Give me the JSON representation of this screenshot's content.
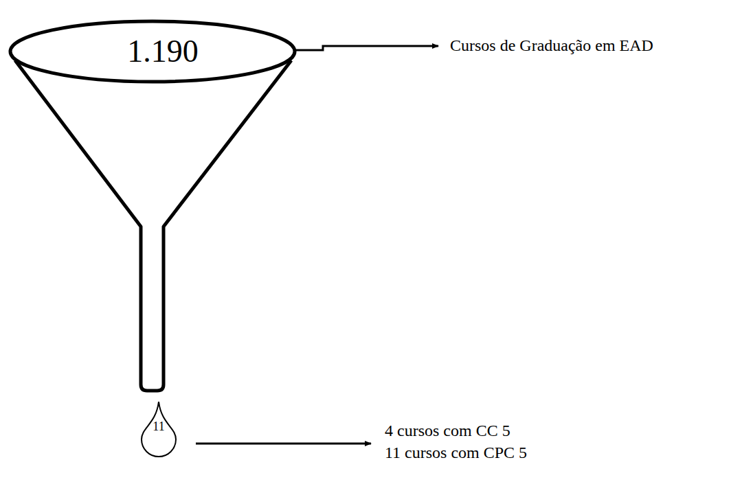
{
  "diagram": {
    "nodes": [
      {
        "text": [
          "1.190"
        ]
      },
      {
        "text": [
          "11"
        ]
      }
    ],
    "labels": [
      "Cursos de Graduação em EAD",
      "4 cursos com CC 5",
      "11 cursos com CPC 5"
    ]
  }
}
